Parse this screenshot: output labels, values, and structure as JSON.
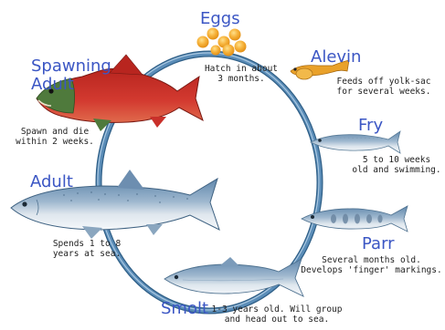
{
  "colors": {
    "stage_title": "#3b56c4",
    "ring": "#5b8db8",
    "ring_shadow": "#2f5f87",
    "eggs": "#f0a020",
    "sockeye_body": "#c9302a",
    "sockeye_head": "#4f7a3c",
    "silver_back": "#6a8fb2",
    "silver_belly": "#e8eef3"
  },
  "stages": {
    "eggs": {
      "title": "Eggs",
      "note": "Hatch in about\n3 months."
    },
    "alevin": {
      "title": "Alevin",
      "note": "Feeds off yolk-sac\nfor several weeks."
    },
    "fry": {
      "title": "Fry",
      "note": "5 to 10 weeks\nold and swimming."
    },
    "parr": {
      "title": "Parr",
      "note": "Several months old.\nDevelops 'finger' markings."
    },
    "smolt": {
      "title": "Smolt",
      "note": "1-3 years old. Will group\nand head out to sea."
    },
    "adult": {
      "title": "Adult",
      "note": "Spends 1 to 8\nyears at sea."
    },
    "spawning_adult": {
      "title": "Spawning\nAdult",
      "note": "Spawn and die\nwithin 2 weeks."
    }
  }
}
